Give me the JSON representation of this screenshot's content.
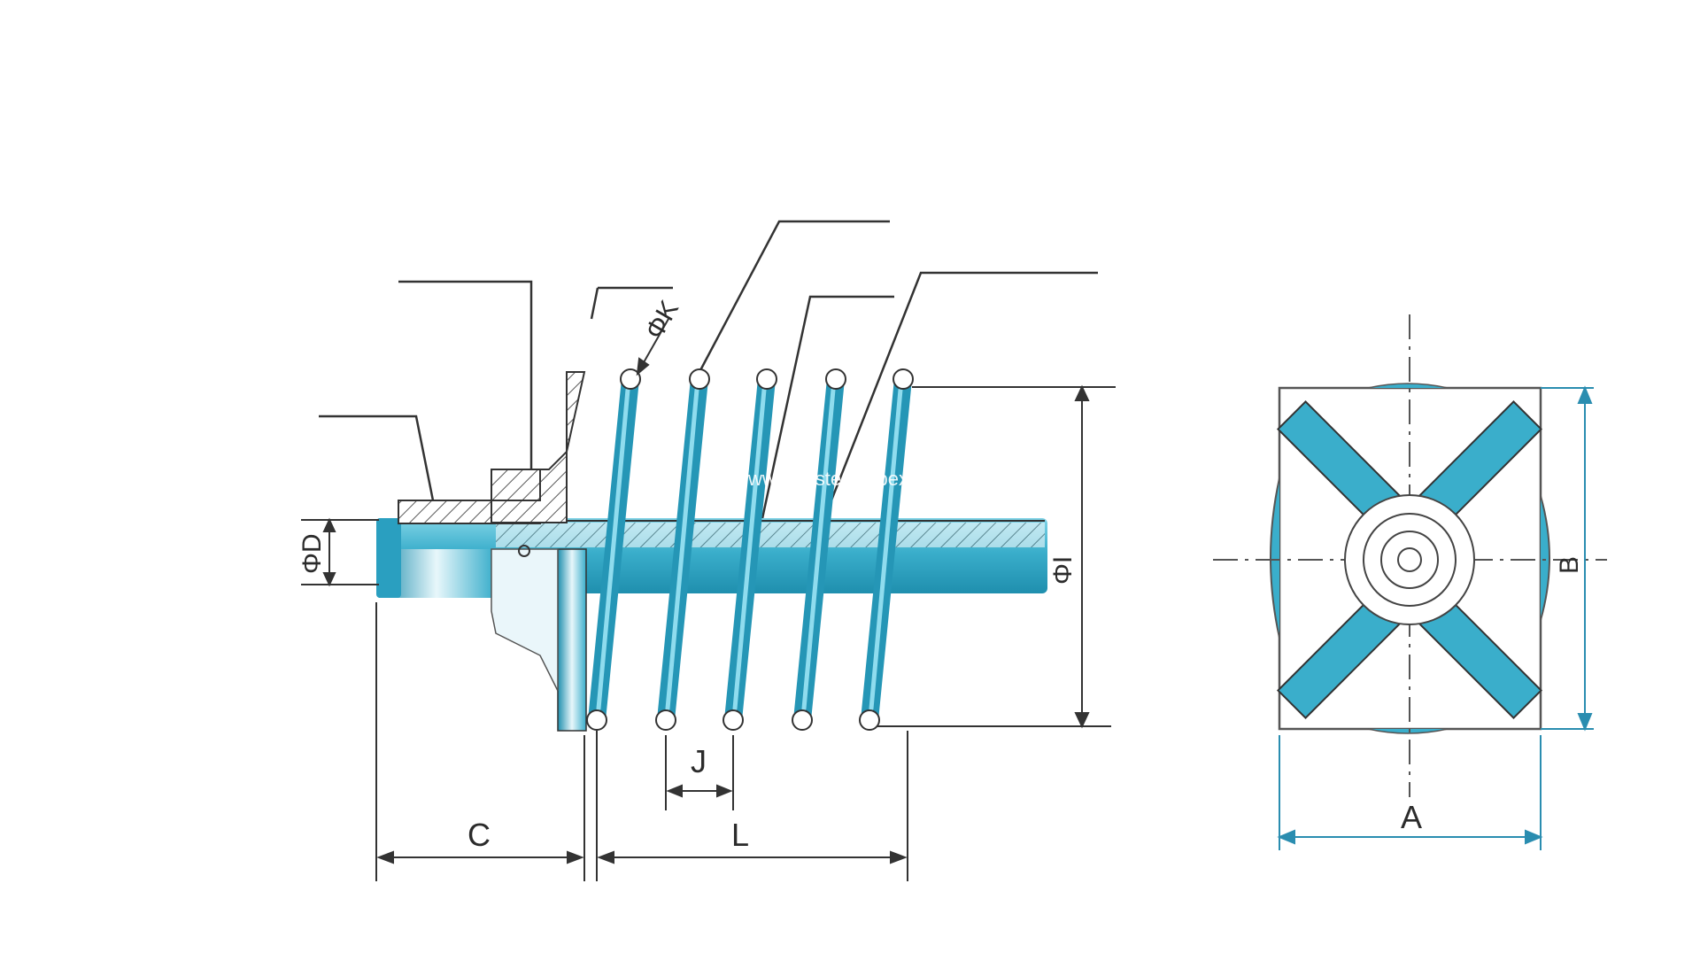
{
  "watermark": "www.cpsteelimpex.com",
  "labels": {
    "dim_d": "ΦD",
    "dim_k": "ΦK",
    "dim_i": "ΦI",
    "dim_j": "J",
    "dim_c": "C",
    "dim_l": "L",
    "dim_a": "A",
    "dim_b": "B"
  },
  "colors": {
    "steel_blue": "#3fb0cc",
    "line": "#333333",
    "hatch": "#5a5a5a",
    "dim_blue": "#2a8db0"
  }
}
